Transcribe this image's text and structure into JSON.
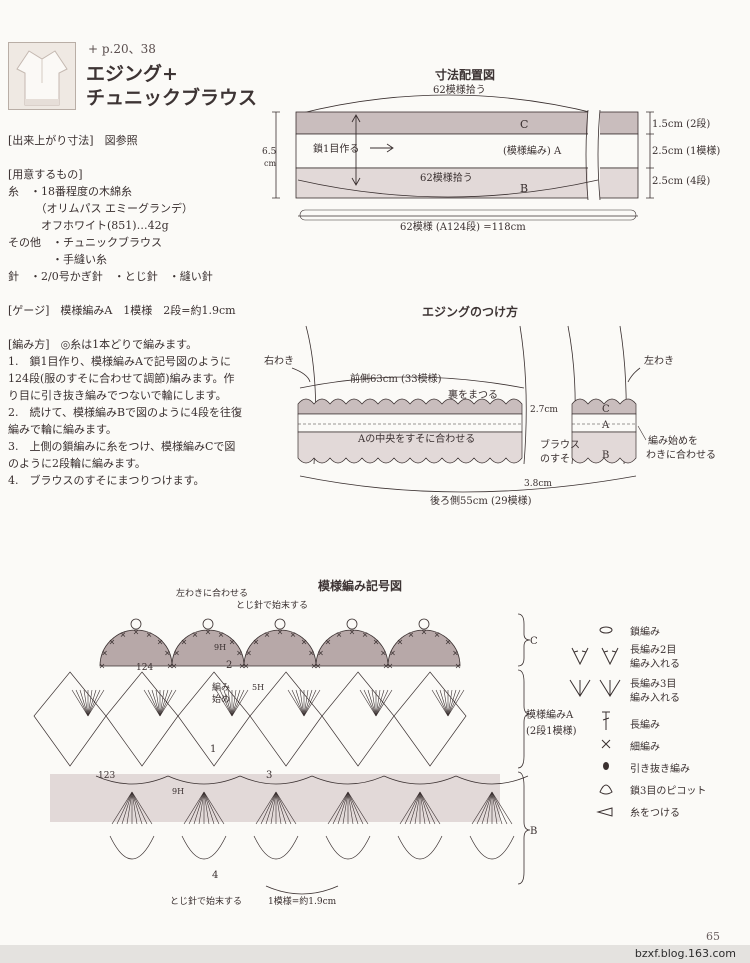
{
  "header": {
    "page_ref": "+ p.20、38",
    "title_line1": "エジング+",
    "title_line2": "チュニックブラウス"
  },
  "spec_lines": [
    "[出来上がり寸法]　図参照",
    "",
    "[用意するもの]",
    "糸　・18番程度の木綿糸",
    "　　　（オリムパス エミーグランデ）",
    "　　　オフホワイト(851)…42g",
    "その他　・チュニックブラウス",
    "　　　　・手縫い糸",
    "針　・2/0号かぎ針　・とじ針　・縫い針",
    "",
    "[ゲージ]　模様編みA　1模様　2段=約1.9cm",
    "",
    "[編み方]　◎糸は1本どりで編みます。",
    "1.　鎖1目作り、模様編みAで記号図のように",
    "124段(服のすそに合わせて調節)編みます。作",
    "り目に引き抜き編みでつないで輪にします。",
    "2.　続けて、模様編みBで図のように4段を往復",
    "編みで輪に編みます。",
    "3.　上側の鎖編みに糸をつけ、模様編みCで図",
    "のように2段輪に編みます。",
    "4.　ブラウスのすそにまつりつけます。"
  ],
  "dimension_diagram": {
    "heading": "寸法配置図",
    "top_pick": "62模様拾う",
    "bottom_pick": "62模様拾う",
    "start_chain": "鎖1目作る",
    "pattern_a": "(模様編み) A",
    "label_c": "C",
    "label_b": "B",
    "height_total": "6.5",
    "height_unit": "cm",
    "row_c": "1.5cm (2段)",
    "row_a": "2.5cm (1模様)",
    "row_b": "2.5cm (4段)",
    "width": "62模様 (A124段) =118cm"
  },
  "attach_diagram": {
    "heading": "エジングのつけ方",
    "right_side": "右わき",
    "left_side": "左わき",
    "front": "前側63cm (33模様)",
    "back_stitch": "裏をまつる",
    "measure_27": "2.7cm",
    "measure_38": "3.8cm",
    "align_center": "Aの中央をすそに合わせる",
    "blouse_hem_1": "ブラウス",
    "blouse_hem_2": "のすそ",
    "start_align_1": "編み始めを",
    "start_align_2": "わきに合わせる",
    "back": "後ろ側55cm (29模様)",
    "label_a": "A",
    "label_b": "B",
    "label_c": "C"
  },
  "chart": {
    "heading": "模様編み記号図",
    "note_side": "左わきに合わせる",
    "note_finish": "とじ針で始末する",
    "note_finish_bottom": "とじ針で始末する",
    "row_124": "124",
    "row_123": "123",
    "start_label_1": "編み",
    "start_label_2": "始め",
    "ch_9": "9H",
    "ch_5": "5H",
    "section_c": "C",
    "section_a": "模様編みA",
    "section_a_note": "(2段1模様)",
    "section_b": "B",
    "repeat": "1模様=約1.9cm",
    "row_markers": [
      "1",
      "2",
      "3",
      "4"
    ]
  },
  "legend": [
    {
      "icon": "chain-icon",
      "label": "鎖編み"
    },
    {
      "icon": "dc2tog-icon",
      "label": "長編み2目\n編み入れる"
    },
    {
      "icon": "dc3tog-icon",
      "label": "長編み3目\n編み入れる"
    },
    {
      "icon": "dc-icon",
      "label": "長編み"
    },
    {
      "icon": "sc-icon",
      "label": "細編み"
    },
    {
      "icon": "slip-icon",
      "label": "引き抜き編み"
    },
    {
      "icon": "picot-icon",
      "label": "鎖3目のピコット"
    },
    {
      "icon": "yarn-join-icon",
      "label": "糸をつける"
    }
  ],
  "footer": {
    "page_number": "65",
    "watermark": "bzxf.blog.163.com"
  },
  "colors": {
    "ink": "#3a3030",
    "band_shade": "#c9bdbd",
    "chart_shade": "#b7a8a8",
    "light_shade": "#e2d9d8"
  }
}
